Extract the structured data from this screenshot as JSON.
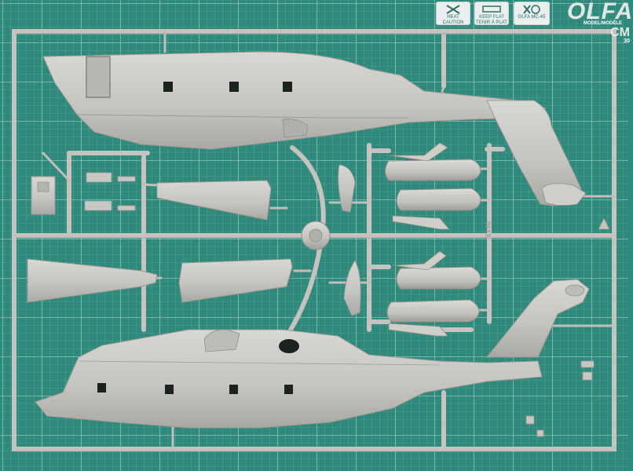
{
  "photo": {
    "description_free": true,
    "colors": {
      "mat": "#2f8a7c",
      "mat_line": "#a8d2c9",
      "mat_line_major": "#cfe7e1",
      "plastic": "#c9c8c4",
      "plastic_shade": "#a9a8a3",
      "plastic_dark": "#8f8e8a",
      "window": "#1c2220"
    }
  },
  "mat_branding": {
    "brand": "OLFA",
    "model_label": "MODEL/MODÈLE",
    "scale_text": "CM",
    "scale_sub": "30",
    "logos": [
      {
        "icon": "heat-caution-icon",
        "text": "HEAT CAUTION"
      },
      {
        "icon": "keep-flat-icon",
        "text": "KEEP FLAT TENIR À PLAT"
      },
      {
        "icon": "olfa-knife-icon",
        "text": "OLFA MC-45"
      }
    ]
  },
  "sprue": {
    "stamp": "0513"
  }
}
